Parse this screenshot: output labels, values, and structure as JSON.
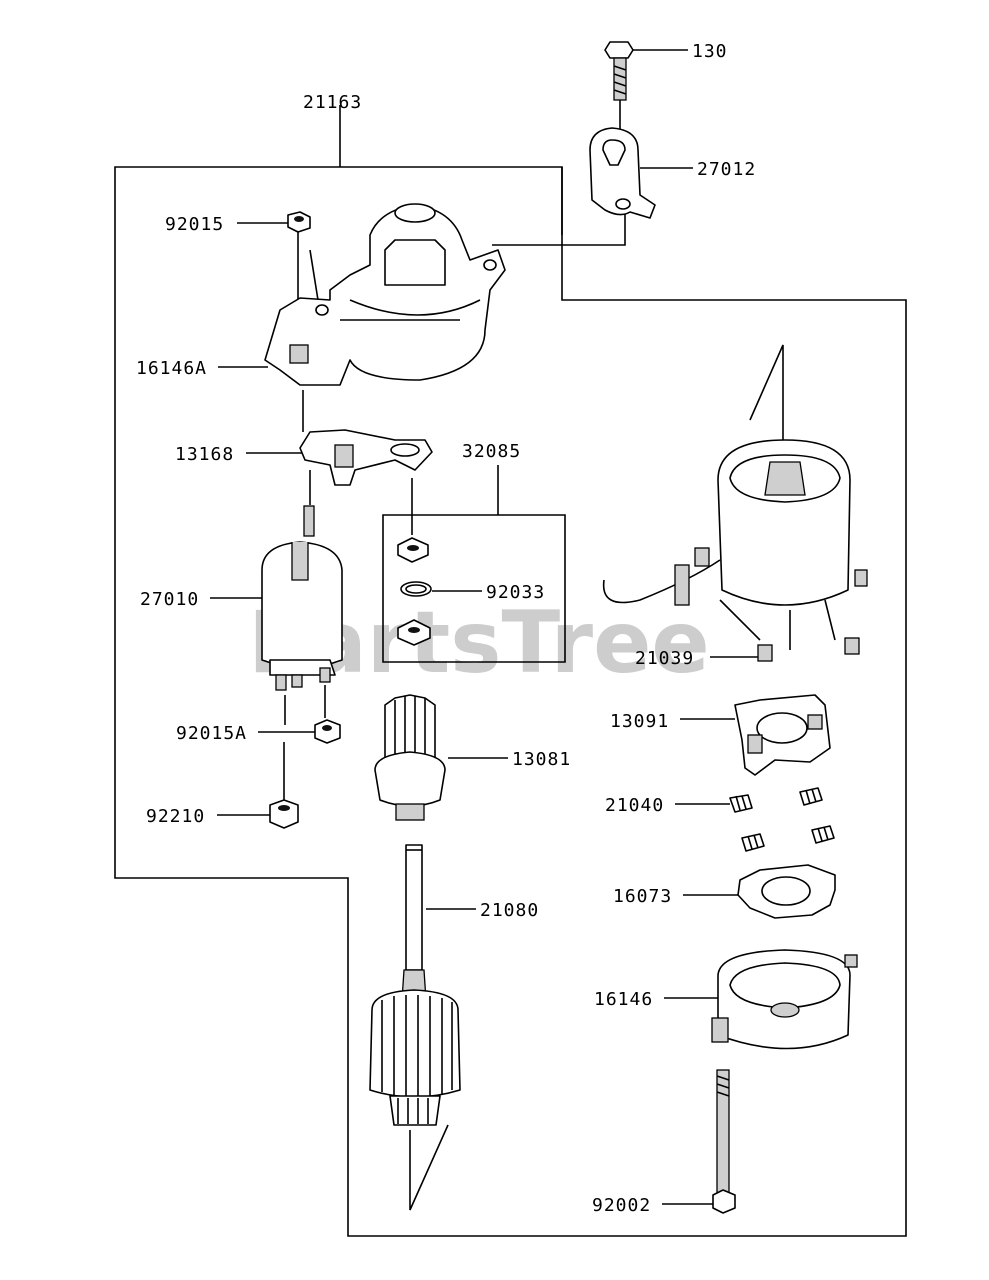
{
  "watermark": "PartsTree",
  "labels": {
    "p130": "130",
    "p21163": "21163",
    "p27012": "27012",
    "p92015": "92015",
    "p16146A": "16146A",
    "p13168": "13168",
    "p32085": "32085",
    "p92033": "92033",
    "p27010": "27010",
    "p21039": "21039",
    "p13091": "13091",
    "p92015A": "92015A",
    "p13081": "13081",
    "p21040": "21040",
    "p92210": "92210",
    "p16073": "16073",
    "p21080": "21080",
    "p16146": "16146",
    "p92002": "92002"
  }
}
